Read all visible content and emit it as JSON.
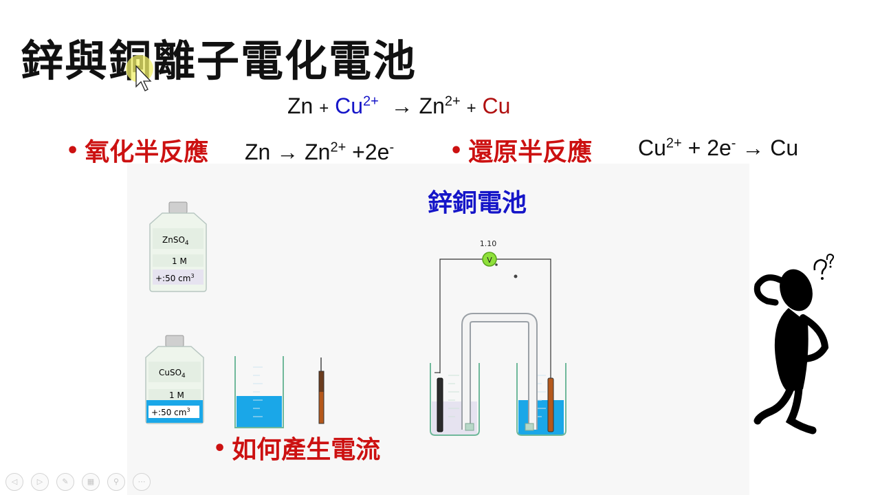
{
  "slide": {
    "title": "鋅與銅離子電化電池",
    "main_equation": {
      "lhs1": "Zn",
      "plus1": "+",
      "lhs2": "Cu",
      "lhs2_sup": "2+",
      "arrow": "→",
      "rhs1": "Zn",
      "rhs1_sup": "2+",
      "plus2": "+",
      "rhs2": "Cu"
    },
    "oxidation": {
      "bullet": "•",
      "label": "氧化半反應",
      "eq_a": "Zn → Zn",
      "eq_sup": "2+",
      "eq_b": " +2e",
      "eq_sup2": "-"
    },
    "reduction": {
      "bullet": "•",
      "label": "還原半反應",
      "eq_a": "Cu",
      "eq_sup": "2+",
      "eq_b": " + 2e",
      "eq_sup2": "-",
      "eq_c": " → Cu"
    },
    "current_question": {
      "bullet": "•",
      "label": "如何產生電流"
    }
  },
  "simulation": {
    "cell_title": "鋅銅電池",
    "voltmeter_reading": "1.10",
    "voltmeter_symbol": "V",
    "bottles": [
      {
        "formula": "ZnSO",
        "subscript": "4",
        "concentration": "1 M",
        "volume": "+:50 cm",
        "volume_sup": "3",
        "liquid_level": 0.0
      },
      {
        "formula": "CuSO",
        "subscript": "4",
        "concentration": "1 M",
        "volume": "+:50 cm",
        "volume_sup": "3",
        "liquid_level": 0.3
      }
    ]
  },
  "colors": {
    "title": "#111111",
    "red_label": "#cc1111",
    "blue_text": "#1515c8",
    "copper_solution": "#1aa7e8",
    "zinc_solution": "#e6e3f0",
    "zinc_rod": "#2b2b2b",
    "copper_rod": "#b5581b",
    "voltmeter": "#8fe03a"
  },
  "nav_buttons": [
    {
      "name": "prev",
      "glyph": "◁"
    },
    {
      "name": "next",
      "glyph": "▷"
    },
    {
      "name": "pen",
      "glyph": "✎"
    },
    {
      "name": "slides",
      "glyph": "▦"
    },
    {
      "name": "zoom",
      "glyph": "⚲"
    },
    {
      "name": "more",
      "glyph": "⋯"
    }
  ]
}
